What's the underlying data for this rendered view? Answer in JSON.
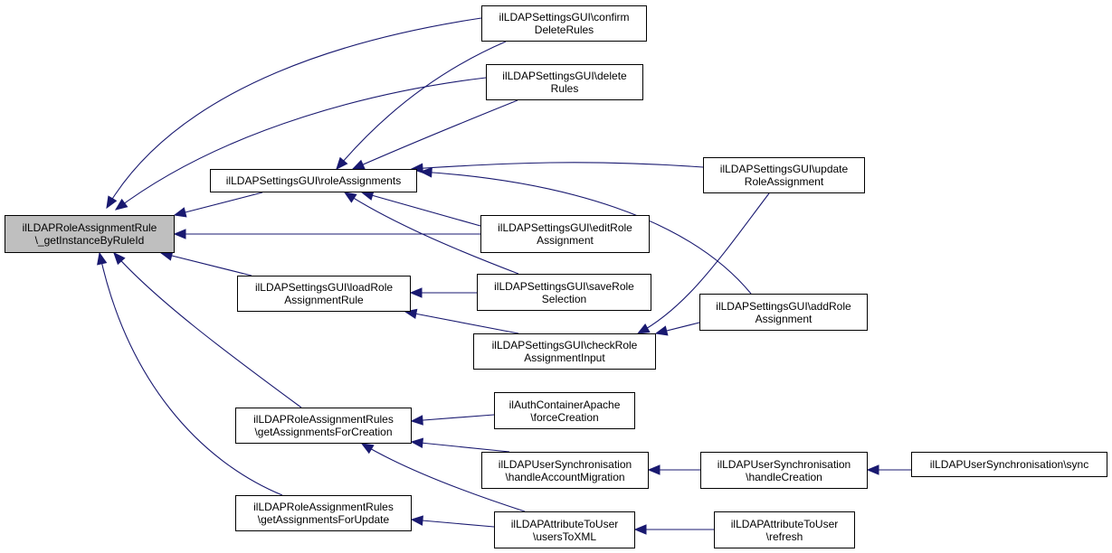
{
  "diagram": {
    "type": "call-graph",
    "edge_color": "#191970",
    "root_fill": "#bfbfbf",
    "nodes": [
      {
        "id": "root",
        "label": "ilLDAPRoleAssignmentRule\n\\_getInstanceByRuleId",
        "root": true
      },
      {
        "id": "roleAssignments",
        "label": "ilLDAPSettingsGUI\\roleAssignments"
      },
      {
        "id": "loadRole",
        "label": "ilLDAPSettingsGUI\\loadRole\nAssignmentRule"
      },
      {
        "id": "getCreation",
        "label": "ilLDAPRoleAssignmentRules\n\\getAssignmentsForCreation"
      },
      {
        "id": "getUpdate",
        "label": "ilLDAPRoleAssignmentRules\n\\getAssignmentsForUpdate"
      },
      {
        "id": "confirmDelete",
        "label": "ilLDAPSettingsGUI\\confirm\nDeleteRules"
      },
      {
        "id": "deleteRules",
        "label": "ilLDAPSettingsGUI\\delete\nRules"
      },
      {
        "id": "editRole",
        "label": "ilLDAPSettingsGUI\\editRole\nAssignment"
      },
      {
        "id": "saveRole",
        "label": "ilLDAPSettingsGUI\\saveRole\nSelection"
      },
      {
        "id": "checkRole",
        "label": "ilLDAPSettingsGUI\\checkRole\nAssignmentInput"
      },
      {
        "id": "forceCreation",
        "label": "ilAuthContainerApache\n\\forceCreation"
      },
      {
        "id": "handleMigration",
        "label": "ilLDAPUserSynchronisation\n\\handleAccountMigration"
      },
      {
        "id": "usersToXML",
        "label": "ilLDAPAttributeToUser\n\\usersToXML"
      },
      {
        "id": "updateRole",
        "label": "ilLDAPSettingsGUI\\update\nRoleAssignment"
      },
      {
        "id": "addRole",
        "label": "ilLDAPSettingsGUI\\addRole\nAssignment"
      },
      {
        "id": "handleCreation",
        "label": "ilLDAPUserSynchronisation\n\\handleCreation"
      },
      {
        "id": "refresh",
        "label": "ilLDAPAttributeToUser\n\\refresh"
      },
      {
        "id": "sync",
        "label": "ilLDAPUserSynchronisation\\sync"
      }
    ],
    "edges": [
      {
        "from": "confirmDelete",
        "to": "root"
      },
      {
        "from": "deleteRules",
        "to": "root"
      },
      {
        "from": "roleAssignments",
        "to": "root"
      },
      {
        "from": "editRole",
        "to": "root"
      },
      {
        "from": "loadRole",
        "to": "root"
      },
      {
        "from": "getCreation",
        "to": "root"
      },
      {
        "from": "getUpdate",
        "to": "root"
      },
      {
        "from": "confirmDelete",
        "to": "roleAssignments"
      },
      {
        "from": "deleteRules",
        "to": "roleAssignments"
      },
      {
        "from": "updateRole",
        "to": "roleAssignments"
      },
      {
        "from": "addRole",
        "to": "roleAssignments"
      },
      {
        "from": "editRole",
        "to": "roleAssignments"
      },
      {
        "from": "saveRole",
        "to": "roleAssignments"
      },
      {
        "from": "saveRole",
        "to": "loadRole"
      },
      {
        "from": "checkRole",
        "to": "loadRole"
      },
      {
        "from": "updateRole",
        "to": "checkRole"
      },
      {
        "from": "addRole",
        "to": "checkRole"
      },
      {
        "from": "forceCreation",
        "to": "getCreation"
      },
      {
        "from": "handleMigration",
        "to": "getCreation"
      },
      {
        "from": "usersToXML",
        "to": "getCreation"
      },
      {
        "from": "usersToXML",
        "to": "getUpdate"
      },
      {
        "from": "handleCreation",
        "to": "handleMigration"
      },
      {
        "from": "sync",
        "to": "handleCreation"
      },
      {
        "from": "refresh",
        "to": "usersToXML"
      }
    ]
  }
}
